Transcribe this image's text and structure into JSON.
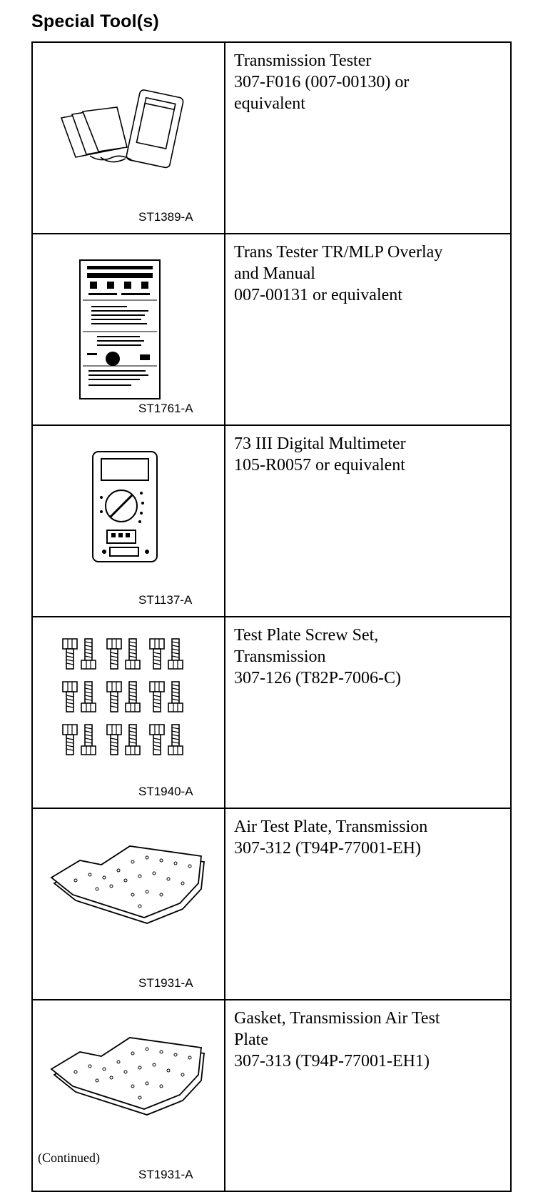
{
  "heading": "Special Tool(s)",
  "tools": [
    {
      "code": "ST1389-A",
      "lines": [
        "Transmission Tester",
        "307-F016 (007-00130) or",
        "equivalent"
      ]
    },
    {
      "code": "ST1761-A",
      "lines": [
        "Trans Tester TR/MLP Overlay",
        "and Manual",
        "007-00131 or equivalent"
      ]
    },
    {
      "code": "ST1137-A",
      "lines": [
        "73 III Digital Multimeter",
        "105-R0057 or equivalent"
      ]
    },
    {
      "code": "ST1940-A",
      "lines": [
        "Test Plate Screw Set,",
        "Transmission",
        "307-126 (T82P-7006-C)"
      ]
    },
    {
      "code": "ST1931-A",
      "lines": [
        "Air Test Plate, Transmission",
        "307-312 (T94P-77001-EH)"
      ]
    },
    {
      "code": "ST1931-A",
      "lines": [
        "Gasket, Transmission Air Test",
        "Plate",
        "307-313 (T94P-77001-EH1)"
      ]
    }
  ],
  "footnote": "(Continued)"
}
